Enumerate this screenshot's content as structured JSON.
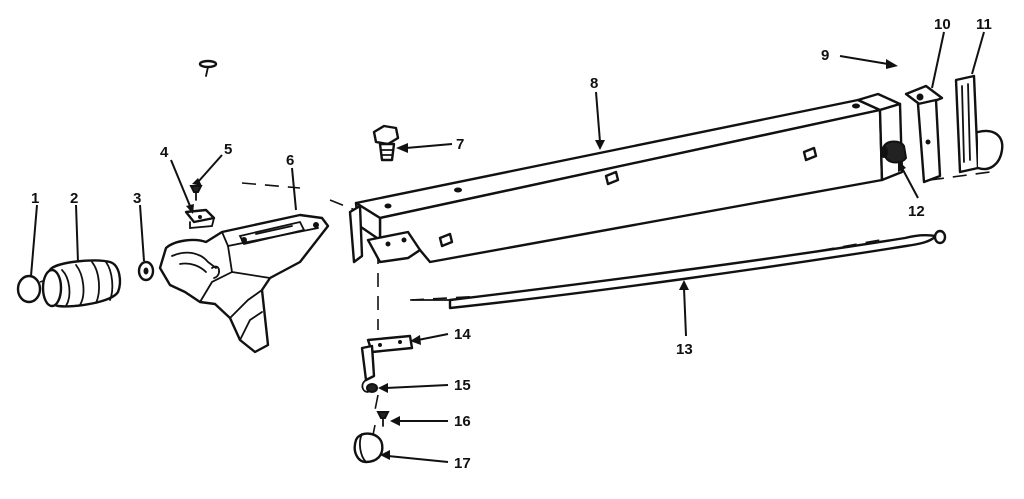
{
  "diagram": {
    "type": "exploded-parts-view",
    "callouts": [
      {
        "number": "1"
      },
      {
        "number": "2"
      },
      {
        "number": "3"
      },
      {
        "number": "4"
      },
      {
        "number": "5"
      },
      {
        "number": "6"
      },
      {
        "number": "7"
      },
      {
        "number": "8"
      },
      {
        "number": "9"
      },
      {
        "number": "10"
      },
      {
        "number": "11"
      },
      {
        "number": "12"
      },
      {
        "number": "13"
      },
      {
        "number": "14"
      },
      {
        "number": "15"
      },
      {
        "number": "16"
      },
      {
        "number": "17"
      }
    ],
    "colors": {
      "ink": "#111111",
      "paper": "#ffffff"
    }
  }
}
